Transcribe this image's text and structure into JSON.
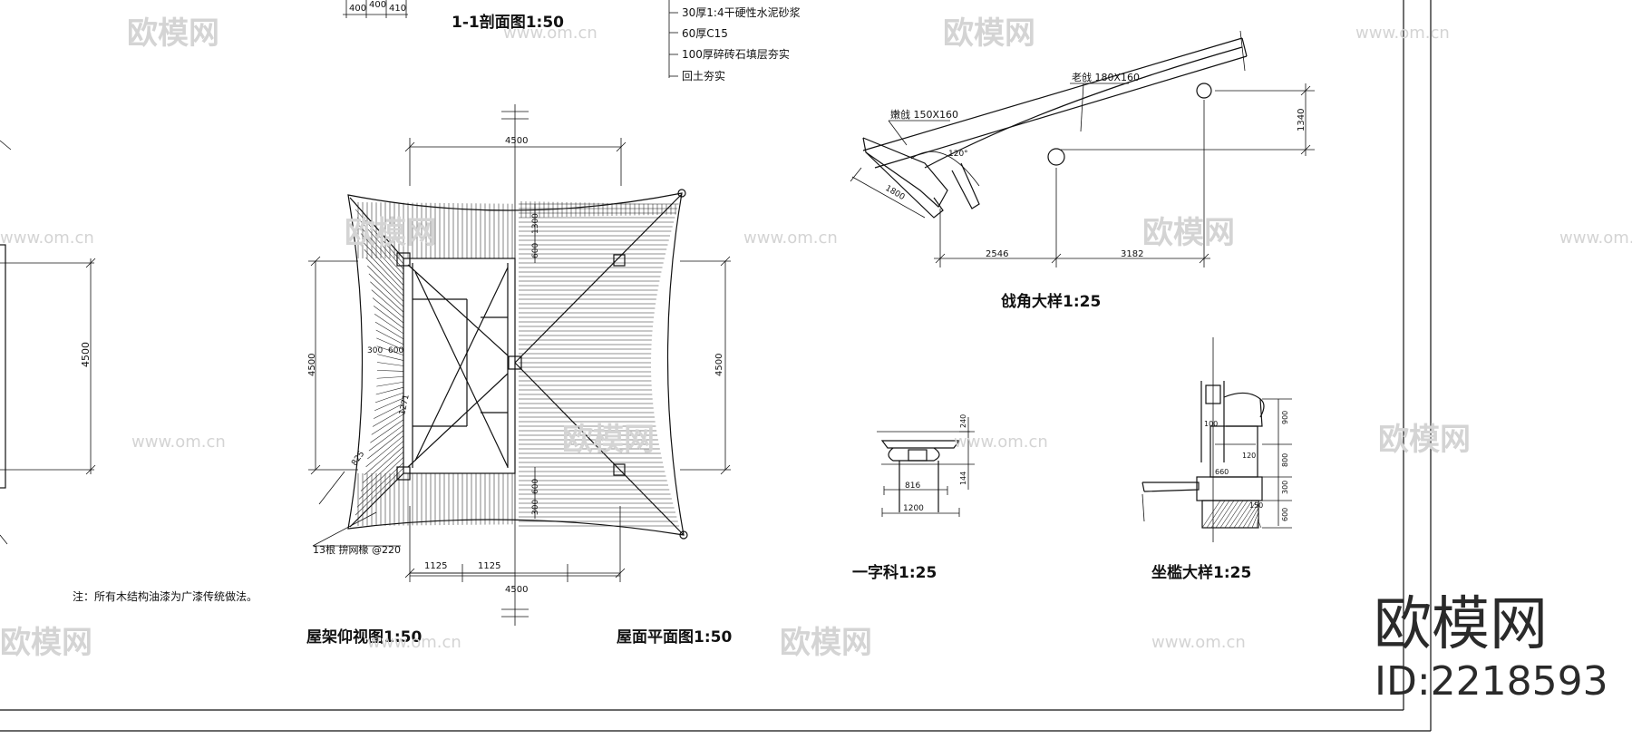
{
  "titles": {
    "section_1_1": "1-1剖面图1:50",
    "roof_frame_view": "屋架仰视图1:50",
    "roof_plan": "屋面平面图1:50",
    "corner_detail": "戗角大样1:25",
    "yizi_ke": "一字科1:25",
    "bench_detail": "坐槛大样1:25"
  },
  "note": "注：所有木结构油漆为广漆传统做法。",
  "layer_notes": [
    "30厚1:4干硬性水泥砂浆",
    "60厚C15",
    "100厚碎砖石填层夯实",
    "回土夯实"
  ],
  "top_dims": [
    "400",
    "400",
    "410"
  ],
  "plan_dims": {
    "width_top": "4500",
    "width_bottom": "4500",
    "bottom_half_left": "1125",
    "bottom_half_right": "1125",
    "left_height": "4500",
    "right_height": "4500",
    "side_a": "1300",
    "side_b": "600",
    "side_c": "600",
    "side_d": "300",
    "inner_a": "300",
    "inner_b": "600",
    "diag_a": "1271",
    "diag_b": "825",
    "callout": "13根 拚网椽 @220",
    "far_left_height": "4500"
  },
  "corner": {
    "label_old": "老戗 180X160",
    "label_tender": "嫩戗 150X160",
    "dim_1340": "1340",
    "dim_2546": "2546",
    "dim_3182": "3182",
    "dim_1800": "1800",
    "angle_120": "120°"
  },
  "yizi": {
    "dim_240": "240",
    "dim_144": "144",
    "dim_816": "816",
    "dim_1200": "1200"
  },
  "bench": {
    "dim_900": "900",
    "dim_800": "800",
    "dim_300": "300",
    "dim_600": "600",
    "dim_660": "660",
    "dim_120": "120",
    "dim_150": "150",
    "dim_100": "100"
  },
  "watermarks": {
    "logo_text": "欧模网",
    "url_text": "www.om.cn"
  },
  "brand": {
    "name": "欧模网",
    "id": "ID:2218593"
  }
}
